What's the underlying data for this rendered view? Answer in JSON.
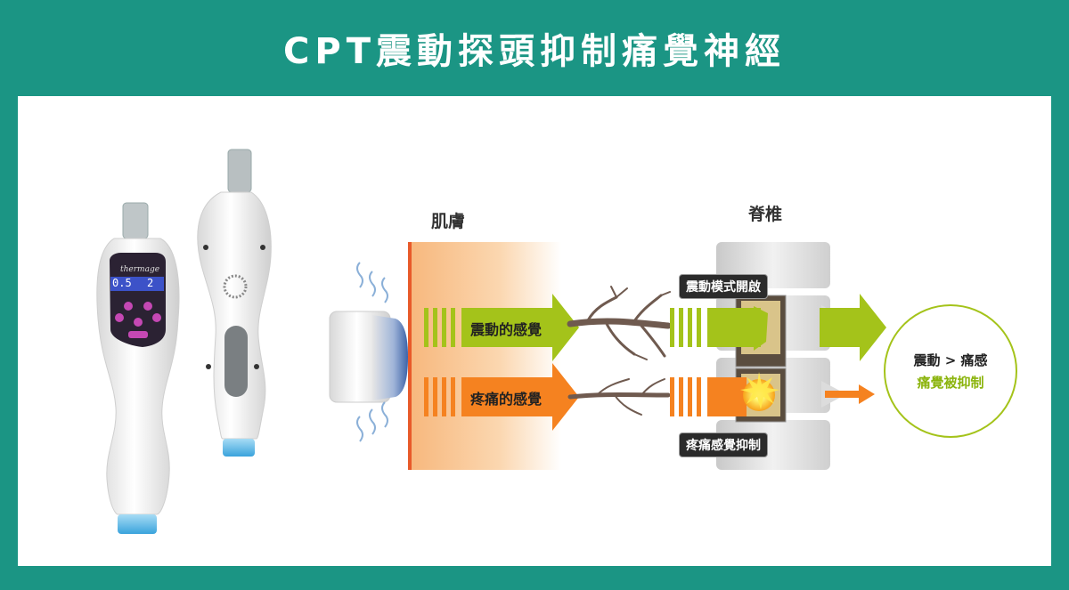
{
  "header": {
    "title": "CPT震動探頭抑制痛覺神經"
  },
  "diagram": {
    "skin_label": "肌膚",
    "spine_label": "脊椎",
    "vibration_sensation": "震動的感覺",
    "pain_sensation": "疼痛的感覺",
    "vibration_mode_tag": "震動模式開啟",
    "pain_suppress_tag": "疼痛感覺抑制",
    "result_line1": "震動 > 痛感",
    "result_line2": "痛覺被抑制"
  },
  "device": {
    "brand": "thermage",
    "screen_left": "0.5",
    "screen_right": "2"
  },
  "colors": {
    "background": "#1b9584",
    "green": "#a4c31a",
    "orange": "#f58220"
  }
}
